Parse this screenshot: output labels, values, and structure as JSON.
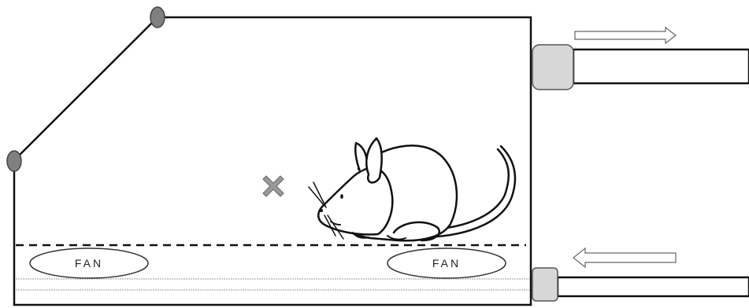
{
  "diagram": {
    "fans": [
      {
        "label": "FAN"
      },
      {
        "label": "FAN"
      }
    ],
    "arrows": [
      {
        "direction": "right"
      },
      {
        "direction": "left"
      }
    ],
    "icons": {
      "marker": "cross-icon",
      "animal": "rat-icon",
      "hinge": "hinge-icon",
      "connector": "tube-connector-icon"
    }
  }
}
